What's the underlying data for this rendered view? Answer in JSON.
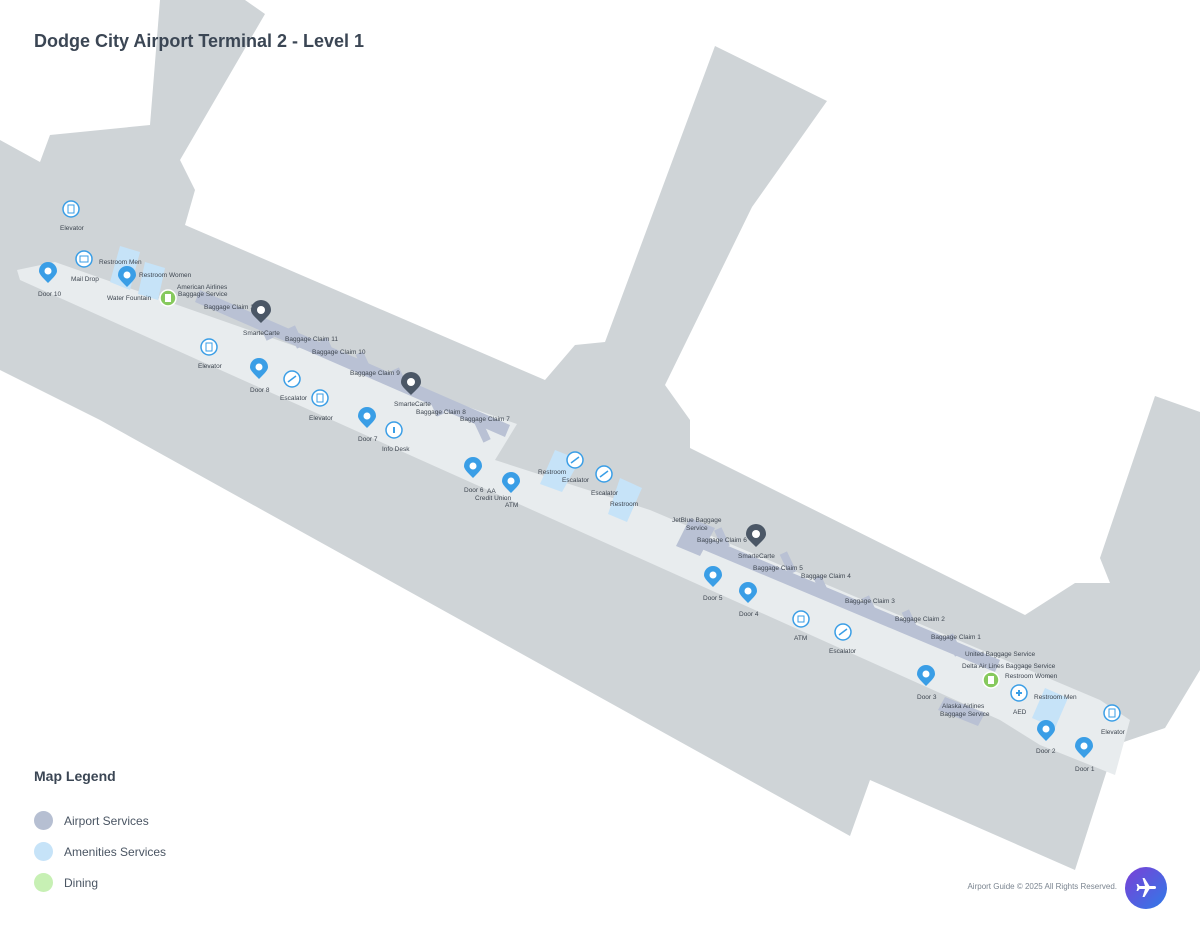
{
  "title": "Dodge City Airport Terminal 2 - Level 1",
  "colors": {
    "building": "#cfd4d7",
    "corridor": "#e8ecee",
    "service_area": "#b9c1d4",
    "amenity_area": "#c6e3f8",
    "pin_blue": "#3a9ee6",
    "pin_dark": "#4b5766",
    "pin_green": "#86c95d",
    "label": "#3e4650"
  },
  "legend": {
    "title": "Map Legend",
    "items": [
      {
        "label": "Airport Services",
        "color": "#b6bfd2"
      },
      {
        "label": "Amenities Services",
        "color": "#c6e3f8"
      },
      {
        "label": "Dining",
        "color": "#c7f0b4"
      }
    ]
  },
  "footer": {
    "copyright": "Airport Guide © 2025 All Rights Reserved.",
    "brand_icon": "airplane-icon"
  },
  "labels": {
    "elevator_top": "Elevator",
    "door10": "Door 10",
    "mail_drop": "Mail Drop",
    "restroom_men_1": "Restroom Men",
    "restroom_women_1": "Restroom Women",
    "water_fountain": "Water Fountain",
    "american_1": "American Airlines",
    "american_2": "Baggage Service",
    "bc12": "Baggage Claim 12",
    "smartecarte_1": "SmarteCarte",
    "bc11": "Baggage Claim 11",
    "bc10": "Baggage Claim 10",
    "elevator_2": "Elevator",
    "door8": "Door 8",
    "escalator_1": "Escalator",
    "elevator_3": "Elevator",
    "bc9": "Baggage Claim 9",
    "smartecarte_2": "SmarteCarte",
    "bc8": "Baggage Claim 8",
    "bc7": "Baggage Claim 7",
    "door7": "Door 7",
    "info_desk": "Info Desk",
    "door6": "Door 6",
    "aa": "AA",
    "credit_union": "Credit Union",
    "atm_1": "ATM",
    "restroom_2": "Restroom",
    "escalator_2": "Escalator",
    "escalator_3": "Escalator",
    "restroom_3": "Restroom",
    "jetblue_1": "JetBlue Baggage",
    "jetblue_2": "Service",
    "bc6": "Baggage Claim 6",
    "smartecarte_3": "SmarteCarte",
    "bc5": "Baggage Claim 5",
    "bc4": "Baggage Claim 4",
    "door5": "Door 5",
    "door4": "Door 4",
    "bc3": "Baggage Claim 3",
    "atm_2": "ATM",
    "escalator_4": "Escalator",
    "bc2": "Baggage Claim 2",
    "bc1": "Baggage Claim 1",
    "united": "United Baggage Service",
    "delta": "Delta Air Lines Baggage Service",
    "restroom_women_2": "Restroom Women",
    "door3": "Door 3",
    "alaska_1": "Alaska Airlines",
    "alaska_2": "Baggage Service",
    "aed": "AED",
    "restroom_men_2": "Restroom Men",
    "elevator_4": "Elevator",
    "door2": "Door 2",
    "door1": "Door 1"
  }
}
